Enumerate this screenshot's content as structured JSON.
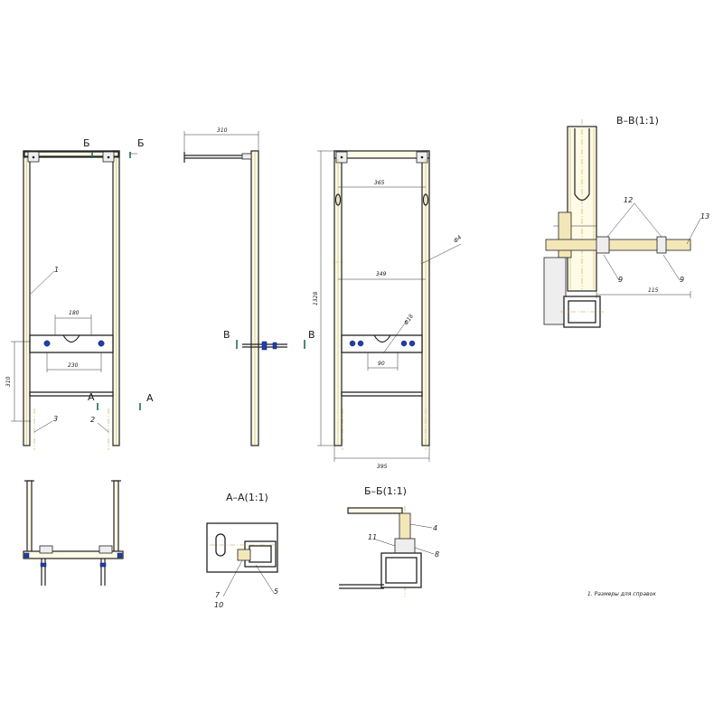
{
  "section_labels": {
    "bb_top": "Б",
    "b_top": "В",
    "a_bottom": "А",
    "section_aa": "А–А(1:1)",
    "section_bb": "Б–Б(1:1)",
    "section_vv": "В–В(1:1)"
  },
  "dimensions": {
    "d180": "180",
    "d230": "230",
    "d310_left": "310",
    "d310_top": "310",
    "d1328": "1328",
    "d365": "365",
    "d349": "349",
    "d90": "90",
    "d395": "395",
    "phi4": "Ф4",
    "phi18": "Ф18",
    "d115": "115"
  },
  "callouts": {
    "c1": "1",
    "c2": "2",
    "c3": "3",
    "c4": "4",
    "c5": "5",
    "c7": "7",
    "c8": "8",
    "c9a": "9",
    "c9b": "9",
    "c10": "10",
    "c11": "11",
    "c12": "12",
    "c13": "13"
  },
  "note": "1. Размеры для справок"
}
